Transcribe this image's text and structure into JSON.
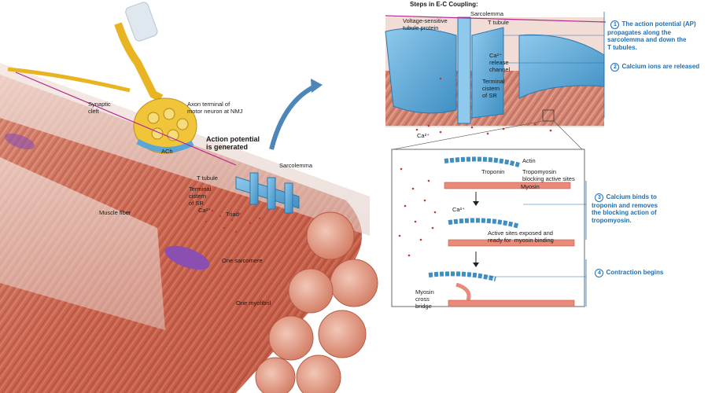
{
  "left_panel": {
    "synaptic_cleft": "Synaptic\ncleft",
    "axon_terminal": "Axon terminal of\nmotor neuron at NMJ",
    "ach": "ACh",
    "action_potential": "Action potential\nis generated",
    "sarcolemma": "Sarcolemma",
    "t_tubule": "T tubule",
    "terminal_cistern": "Terminal\ncistern\nof SR",
    "ca": "Ca²⁺",
    "triad": "Triad",
    "muscle_fiber": "Muscle fiber",
    "one_sarcomere": "One sarcomere",
    "one_myofibril": "One myofibril"
  },
  "right_panel": {
    "title": "Steps in E-C Coupling:",
    "top_diagram": {
      "sarcolemma": "Sarcolemma",
      "voltage_sensitive": "Voltage-sensitive\ntubule protein",
      "t_tubule": "T tubule",
      "ca_release": "Ca²⁺\nrelease\nchannel",
      "terminal_cistern": "Terminal\ncistern\nof SR",
      "ca": "Ca²⁺"
    },
    "steps": [
      {
        "num": "1",
        "text": "The action potential (AP)\npropagates along the\nsarcolemma and down the\nT tubules."
      },
      {
        "num": "2",
        "text": "Calcium ions are released"
      },
      {
        "num": "3",
        "text": "Calcium binds to\ntroponin and removes\nthe blocking action of\ntropomyosin."
      },
      {
        "num": "4",
        "text": "Contraction begins"
      }
    ],
    "box": {
      "actin": "Actin",
      "troponin": "Troponin",
      "tropomyosin": "Tropomyosin\nblocking active sites",
      "myosin": "Myosin",
      "ca": "Ca²⁺",
      "active_sites": "Active sites exposed and\nready for  myosin binding",
      "myosin_cross": "Myosin\ncross\nbridge"
    }
  },
  "colors": {
    "muscle_red": "#c9604a",
    "muscle_light": "#e8a892",
    "tubule_blue": "#5aa6d6",
    "nerve_yellow": "#e8b421",
    "step_blue": "#1f6fb5",
    "nucleus_purple": "#8a4fb0"
  }
}
